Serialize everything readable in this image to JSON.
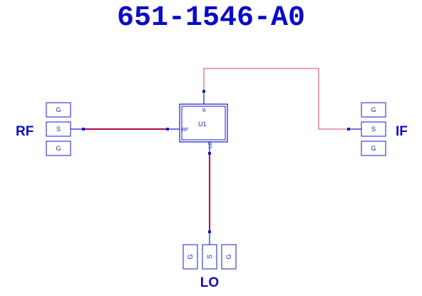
{
  "title": "651-1546-A0",
  "colors": {
    "title": "#0a0ac8",
    "wire": "#b4004e",
    "wire_light": "#e57fa6",
    "component": "#1a1acc",
    "pin_dot": "#1a1acc"
  },
  "component": {
    "ref": "U1",
    "pins": {
      "rf": "RF",
      "if": "IF",
      "lo": "LO"
    }
  },
  "ports": {
    "rf": {
      "label": "RF",
      "pads": [
        "G",
        "S",
        "G"
      ]
    },
    "if": {
      "label": "IF",
      "pads": [
        "G",
        "S",
        "G"
      ]
    },
    "lo": {
      "label": "LO",
      "pads": [
        "G",
        "S",
        "G"
      ]
    }
  }
}
